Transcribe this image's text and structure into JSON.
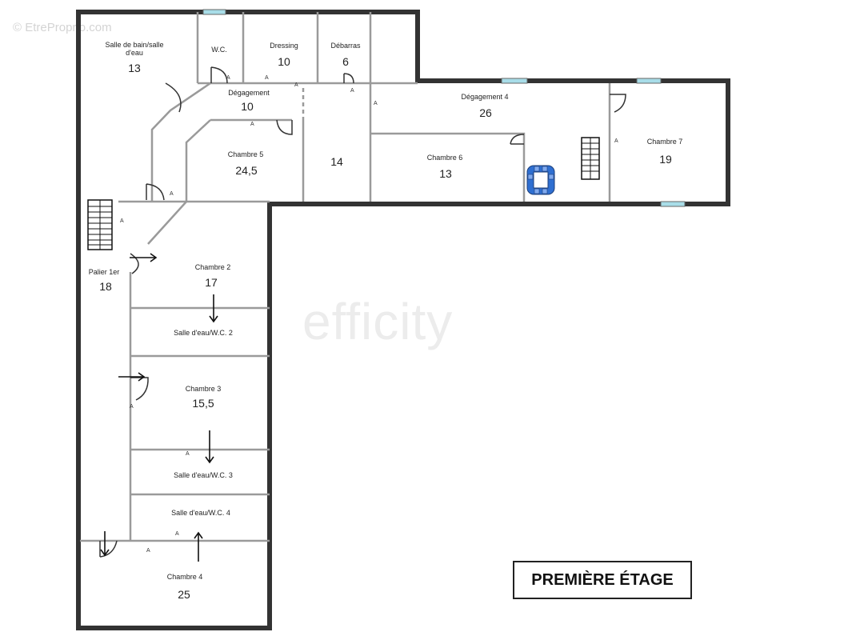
{
  "watermark": "© EtreProprio.com",
  "brand": "efficity",
  "plan_title": "PREMIÈRE ÉTAGE",
  "door_marker": "A",
  "rooms": [
    {
      "id": "sdb1",
      "name_lines": [
        "Salle de bain/salle",
        "d'eau"
      ],
      "area": "13"
    },
    {
      "id": "wc",
      "name_lines": [
        "W.C."
      ],
      "area": ""
    },
    {
      "id": "dressing",
      "name_lines": [
        "Dressing"
      ],
      "area": "10"
    },
    {
      "id": "debarras",
      "name_lines": [
        "Débarras"
      ],
      "area": "6"
    },
    {
      "id": "degagement",
      "name_lines": [
        "Dégagement"
      ],
      "area": "10"
    },
    {
      "id": "chambre5",
      "name_lines": [
        "Chambre 5"
      ],
      "area": "24,5"
    },
    {
      "id": "room14",
      "name_lines": [],
      "area": "14"
    },
    {
      "id": "degagement4",
      "name_lines": [
        "Dégagement 4"
      ],
      "area": "26"
    },
    {
      "id": "chambre6",
      "name_lines": [
        "Chambre 6"
      ],
      "area": "13"
    },
    {
      "id": "chambre7",
      "name_lines": [
        "Chambre 7"
      ],
      "area": "19"
    },
    {
      "id": "palier",
      "name_lines": [
        "Palier 1er"
      ],
      "area": "18"
    },
    {
      "id": "chambre2",
      "name_lines": [
        "Chambre 2"
      ],
      "area": "17"
    },
    {
      "id": "sdewc2",
      "name_lines": [
        "Salle d'eau/W.C. 2"
      ],
      "area": ""
    },
    {
      "id": "chambre3",
      "name_lines": [
        "Chambre 3"
      ],
      "area": "15,5"
    },
    {
      "id": "sdewc3",
      "name_lines": [
        "Salle d'eau/W.C. 3"
      ],
      "area": ""
    },
    {
      "id": "sdewc4",
      "name_lines": [
        "Salle d'eau/W.C. 4"
      ],
      "area": ""
    },
    {
      "id": "chambre4",
      "name_lines": [
        "Chambre 4"
      ],
      "area": "25"
    }
  ],
  "colors": {
    "wall": "#333333",
    "partition": "#9a9a9a",
    "window": "#a8dde8",
    "furniture": "#2f6fd1"
  }
}
